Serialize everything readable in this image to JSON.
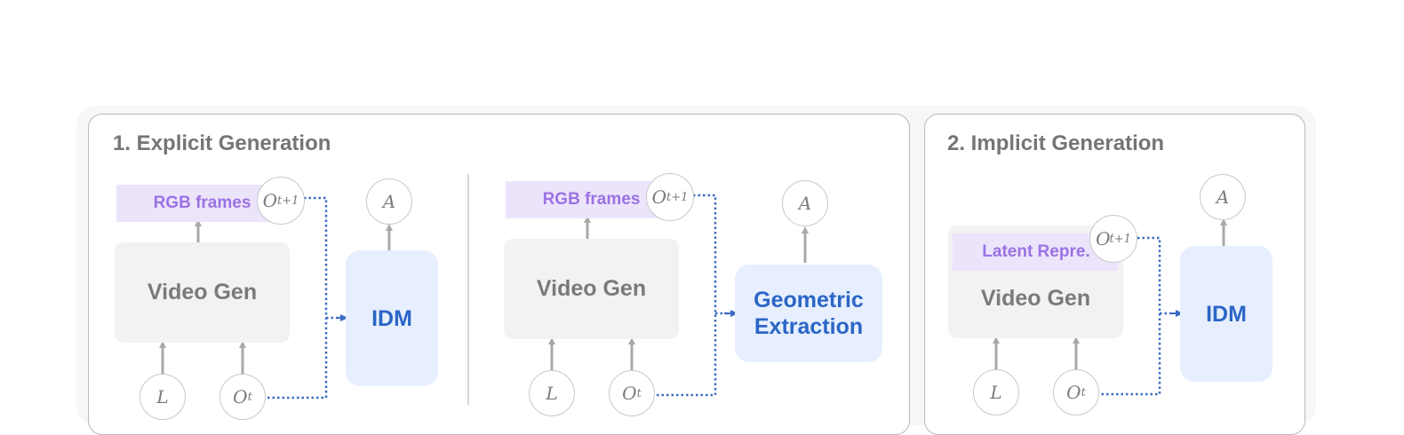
{
  "panels": {
    "explicit": {
      "title": "1. Explicit Generation"
    },
    "implicit": {
      "title": "2. Implicit Generation"
    }
  },
  "diagram": {
    "video_gen_label": "Video Gen",
    "rgb_frames_label": "RGB frames",
    "latent_label": "Latent Repre.",
    "idm_label": "IDM",
    "geometric_label_line1": "Geometric",
    "geometric_label_line2": "Extraction",
    "symbols": {
      "action": "A",
      "language": "L",
      "obs_base": "O",
      "obs_t": "t",
      "obs_t1": "t+1",
      "prime": "′"
    }
  },
  "colors": {
    "arrow_gray": "#a9a9a9",
    "dotted_blue": "#3b6cc4",
    "frame_purple_bg": "#ece4fb",
    "frame_purple_text": "#9a72e2",
    "idm_bg": "#e7efff",
    "idm_text": "#2b66c6",
    "gen_bg": "#f2f2f2"
  }
}
